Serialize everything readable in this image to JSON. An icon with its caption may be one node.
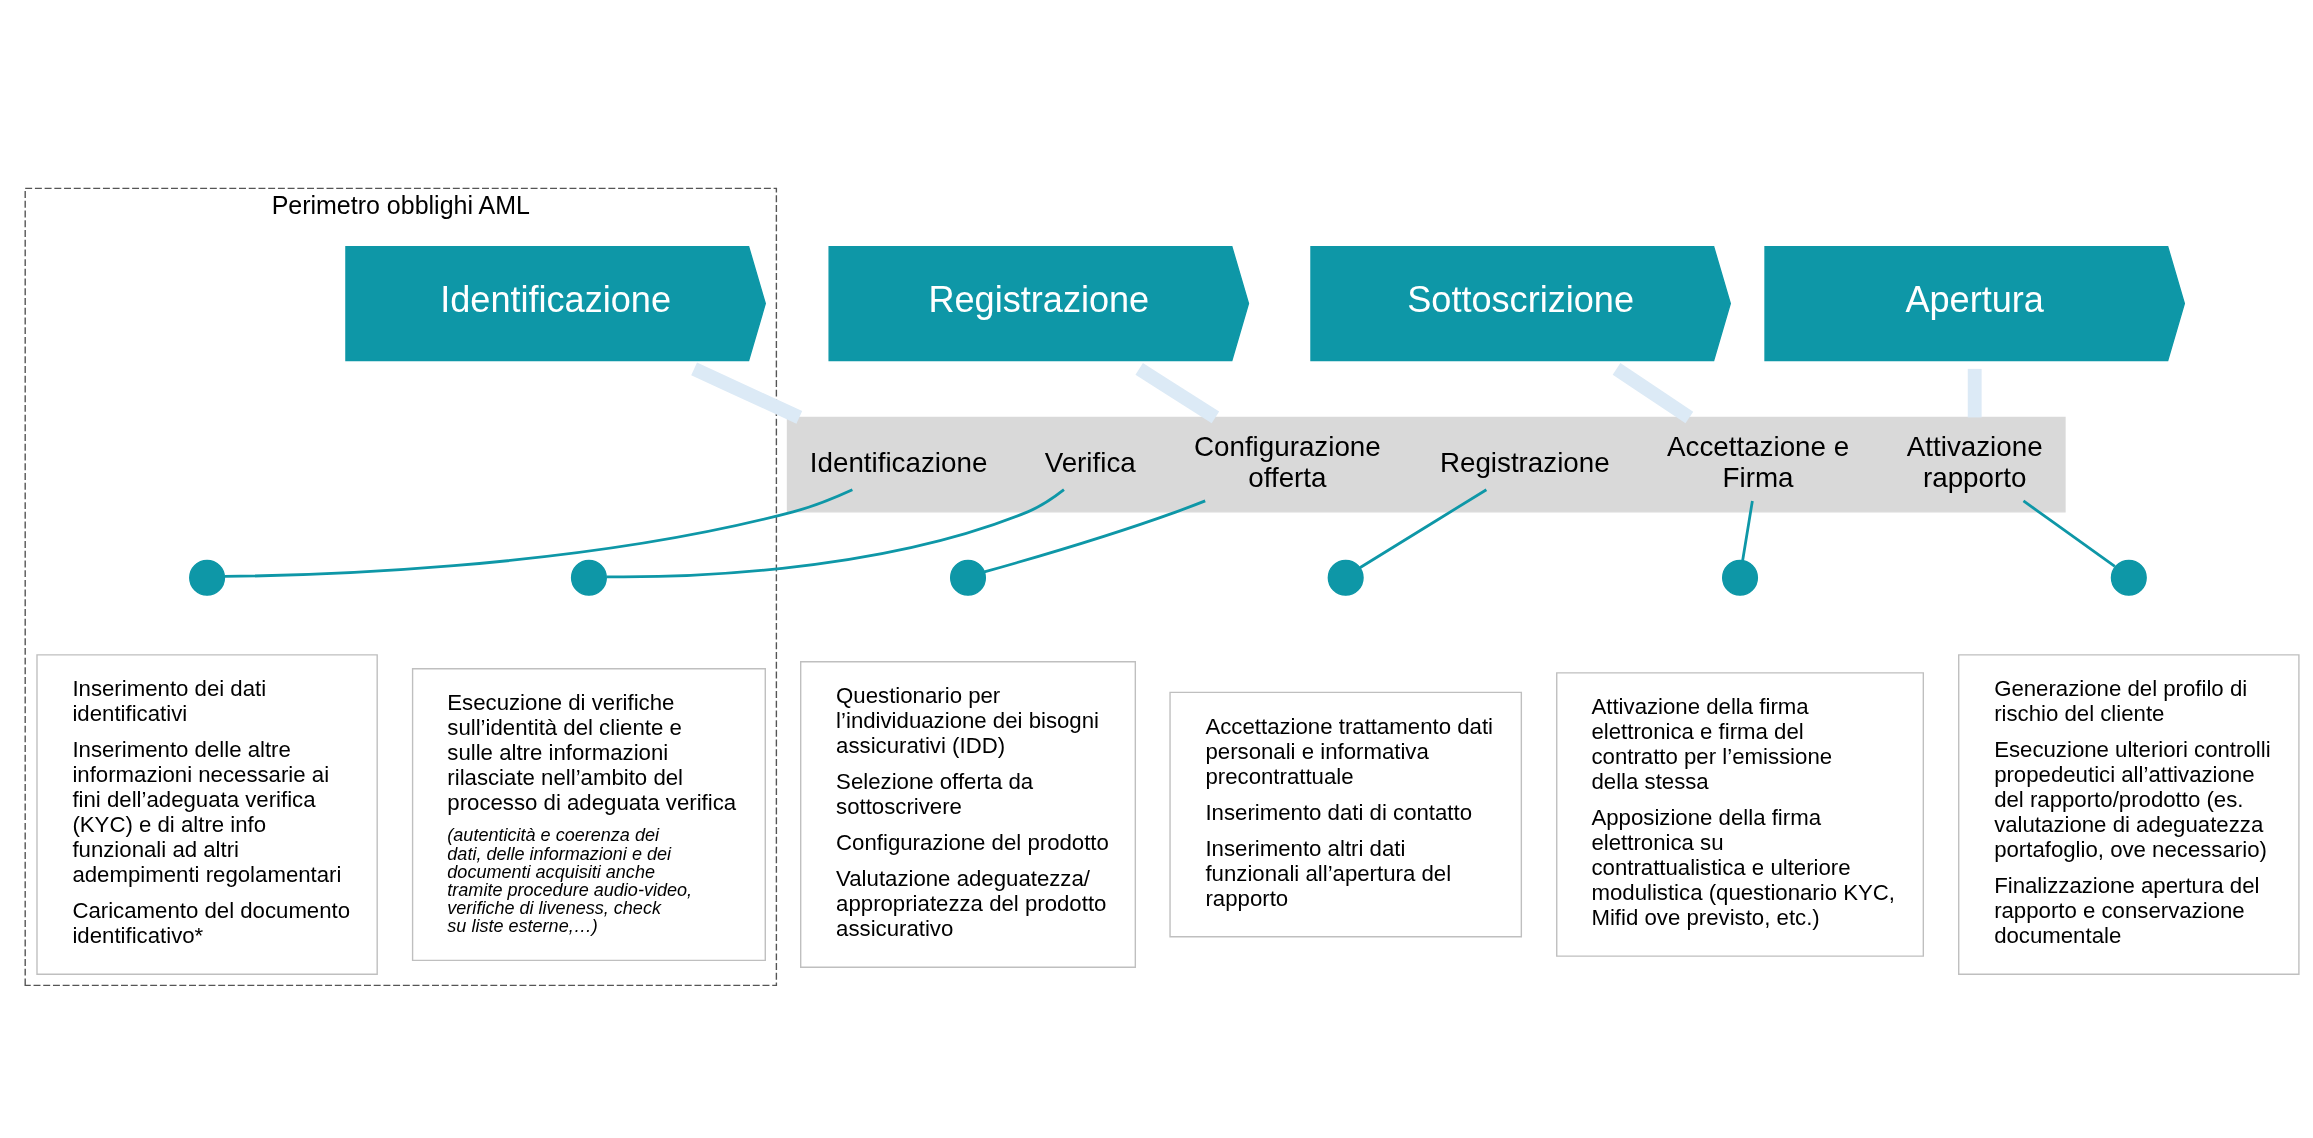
{
  "diagram": {
    "nodes": [
      {
        "text": [
          "Perimetro obblighi AML"
        ]
      },
      {
        "text": [
          "Registrazione"
        ]
      },
      {
        "text": [
          "Identificazione"
        ],
        "in": 0
      },
      {
        "text": [
          "Sottoscrizione"
        ]
      },
      {
        "text": [
          "Apertura"
        ]
      },
      {
        "text": [],
        "shape": "bar"
      },
      {
        "text": [
          "Configurazione offerta"
        ],
        "in": 5
      },
      {
        "text": [
          "Registrazione"
        ],
        "in": 5
      },
      {
        "text": [
          "Identificazione"
        ],
        "in": 5
      },
      {
        "text": [
          "Verifica"
        ],
        "in": 5
      },
      {
        "text": [
          "Accettazione e Firma"
        ],
        "in": 5
      },
      {
        "text": [
          "Attivazione rapporto"
        ],
        "in": 5
      },
      {
        "text": [],
        "shape": "circle"
      },
      {
        "text": [],
        "shape": "circle"
      },
      {
        "text": [],
        "shape": "circle",
        "in": 0
      },
      {
        "text": [],
        "shape": "circle",
        "in": 0
      },
      {
        "text": [],
        "shape": "circle"
      },
      {
        "text": [],
        "shape": "circle"
      },
      {
        "text": [
          "Questionario per l’individuazione dei bisogni assicurativi (IDD)",
          "Selezione offerta da sottoscrivere",
          "Configurazione del prodotto",
          "Valutazione adeguatezza/ appropriatezza del prodotto assicurativo"
        ]
      },
      {
        "text": [
          "Accettazione trattamento dati personali e informativa precontrattuale",
          "Inserimento dati di contatto",
          "Inserimento altri dati funzionali all’apertura del rapporto"
        ]
      },
      {
        "text": [
          "Inserimento dei dati identificativi",
          "Inserimento delle altre informazioni necessarie ai fini dell’adeguata verifica (KYC) e di altre info funzionali ad altri adempimenti regolamentari",
          "Caricamento del documento identificativo*"
        ],
        "in": 0
      },
      {
        "text": [
          "Esecuzione di verifiche sull’identità del cliente e sulle altre informazioni rilasciate nell’ambito del processo di adeguata verifica",
          "(autenticità e coerenza dei dati, delle informazioni e dei documenti acquisiti anche tramite procedure audio-video, verifiche di liveness, check su liste esterne,…)"
        ],
        "in": 0
      },
      {
        "text": [
          "Attivazione della firma elettronica e firma del contratto per l’emissione della stessa",
          "Apposizione della firma elettronica su contrattualistica e ulteriore modulistica (questionario KYC, Mifid ove previsto, etc.)"
        ]
      },
      {
        "text": [
          "Generazione del profilo di rischio del cliente",
          "Esecuzione ulteriori controlli propedeutici all’attivazione del rapporto/prodotto (es. valutazione di adeguatezza portafoglio, ove necessario)",
          "Finalizzazione apertura del rapporto e conservazione documentale"
        ]
      }
    ],
    "edges": [
      {
        "from": 1,
        "to": 5,
        "arrow": "none",
        "style": "thick",
        "color": "#dceaf6"
      },
      {
        "from": 2,
        "to": 5,
        "arrow": "none",
        "style": "thick",
        "color": "#dceaf6"
      },
      {
        "from": 3,
        "to": 5,
        "arrow": "none",
        "style": "thick",
        "color": "#dceaf6"
      },
      {
        "from": 4,
        "to": 5,
        "arrow": "none",
        "style": "thick",
        "color": "#dceaf6"
      },
      {
        "from": 6,
        "to": 12,
        "arrow": "none"
      },
      {
        "from": 7,
        "to": 13,
        "arrow": "none"
      },
      {
        "from": 8,
        "to": 14,
        "arrow": "none"
      },
      {
        "from": 9,
        "to": 15,
        "arrow": "none"
      },
      {
        "from": 10,
        "to": 16,
        "arrow": "none"
      },
      {
        "from": 11,
        "to": 17,
        "arrow": "none"
      }
    ]
  }
}
